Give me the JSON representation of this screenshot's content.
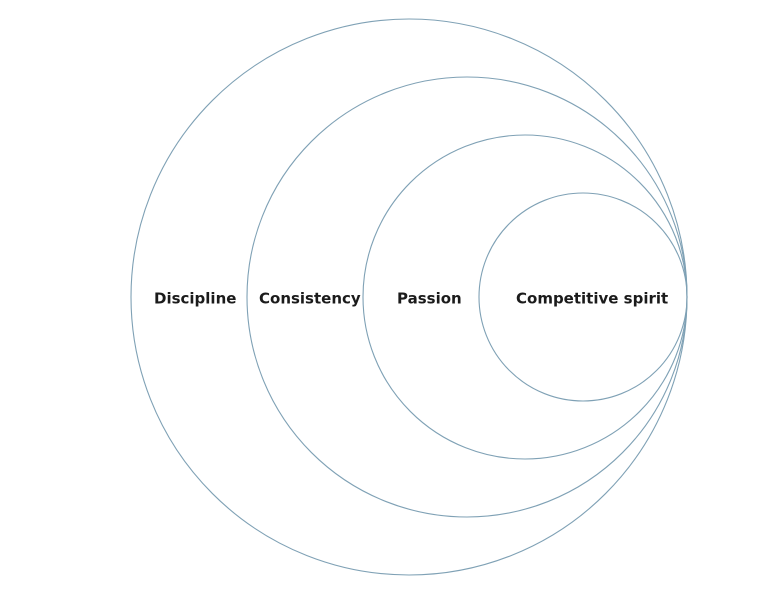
{
  "diagram": {
    "type": "nested-circles",
    "stroke_color": "#7fa1b5",
    "text_color": "#1b1b1b",
    "rings": [
      {
        "id": "discipline",
        "label": "Discipline"
      },
      {
        "id": "consistency",
        "label": "Consistency"
      },
      {
        "id": "passion",
        "label": "Passion"
      },
      {
        "id": "competitive-spirit",
        "label": "Competitive spirit"
      }
    ]
  }
}
